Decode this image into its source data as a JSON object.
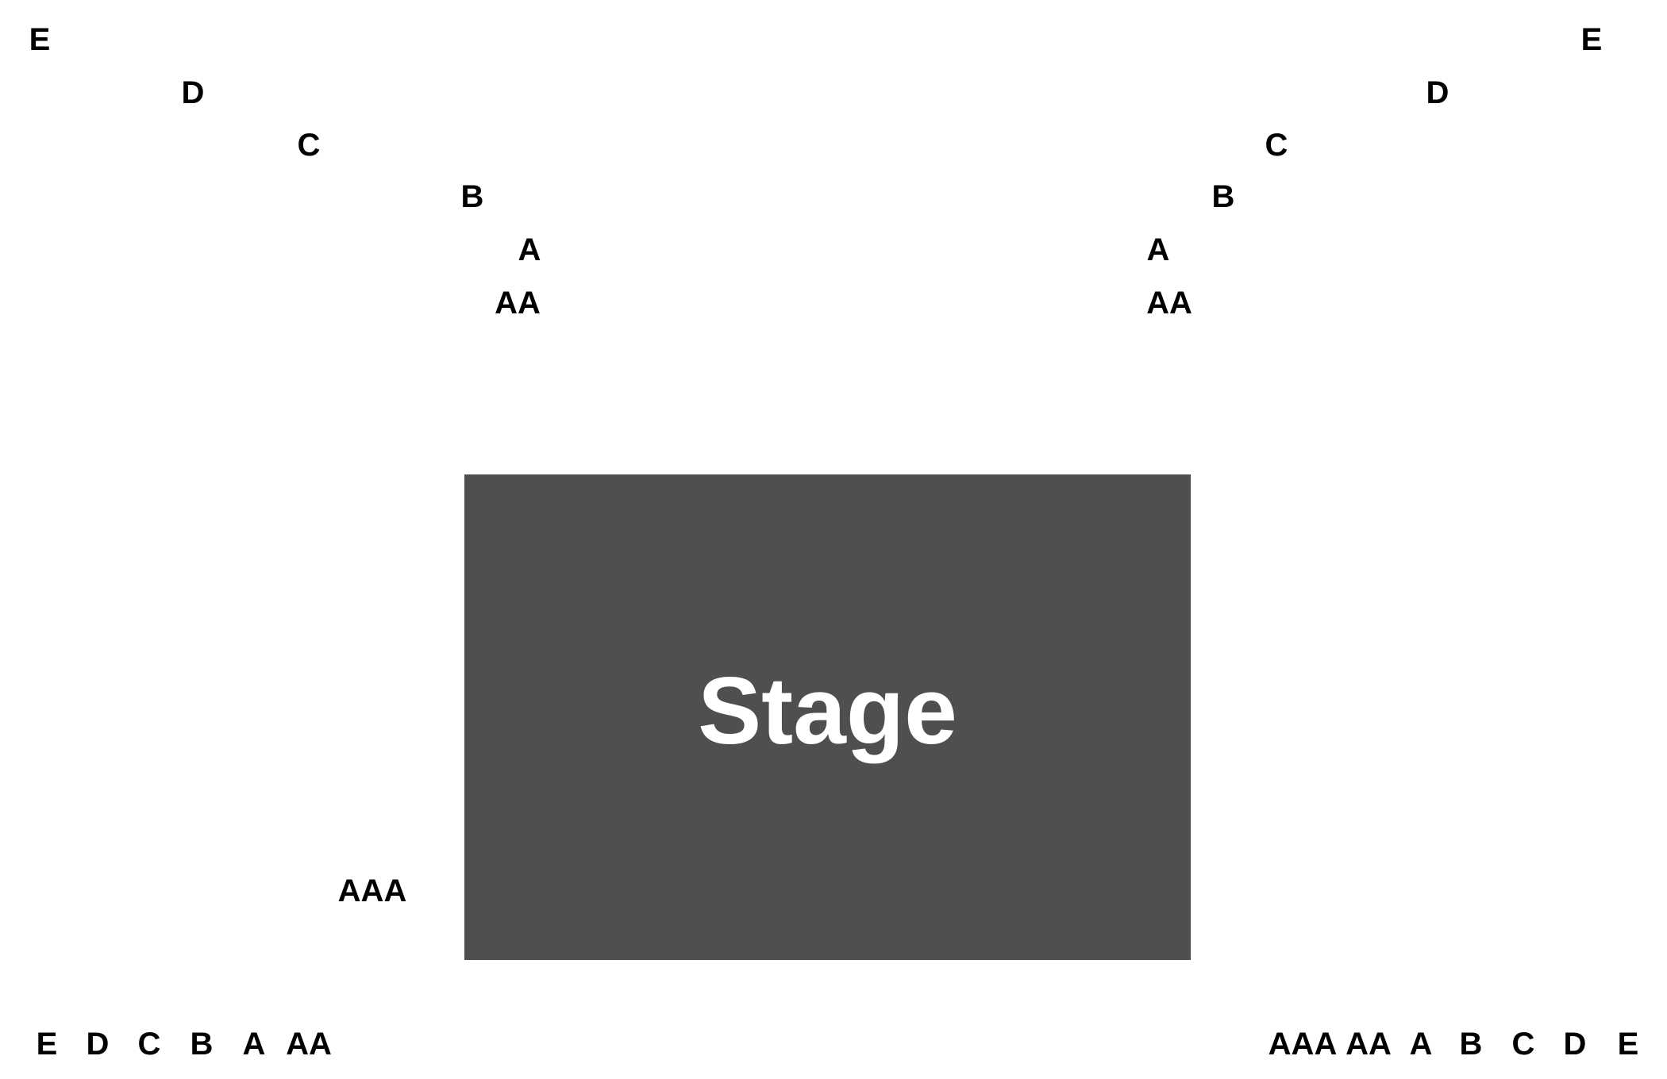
{
  "stage": {
    "label": "Stage",
    "fill_color": "#4f4f4f",
    "text_color": "#ffffff"
  },
  "row_label_color": "#000000",
  "upper_left_rows": [
    "E",
    "D",
    "C",
    "B",
    "A",
    "AA"
  ],
  "upper_right_rows": [
    "E",
    "D",
    "C",
    "B",
    "A",
    "AA"
  ],
  "side_left_rows": [
    "AAA"
  ],
  "bottom_left_rows": [
    "E",
    "D",
    "C",
    "B",
    "A",
    "AA"
  ],
  "bottom_right_rows": [
    "AAA",
    "AA",
    "A",
    "B",
    "C",
    "D",
    "E"
  ]
}
